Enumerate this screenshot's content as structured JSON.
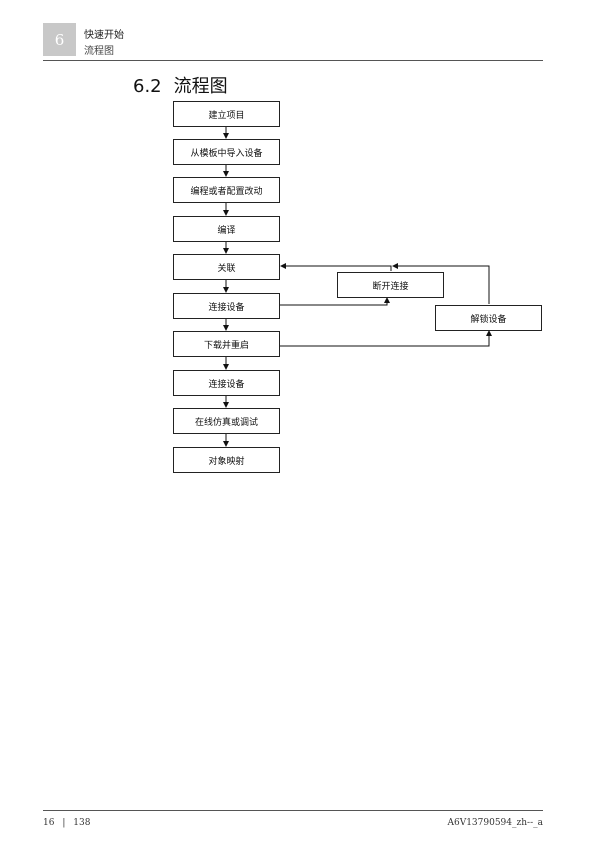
{
  "header": {
    "chapter_number": "6",
    "chapter_title": "快速开始",
    "section_title": "流程图"
  },
  "heading": {
    "number": "6.2",
    "title": "流程图"
  },
  "flowchart": {
    "steps": [
      "建立项目",
      "从模板中导入设备",
      "编程或者配置改动",
      "编译",
      "关联",
      "连接设备",
      "下载并重启",
      "连接设备",
      "在线仿真或调试",
      "对象映射"
    ],
    "disconnect": "断开连接",
    "unlock": "解锁设备"
  },
  "footer": {
    "page": "16",
    "separator": "|",
    "total": "138",
    "doc_id": "A6V13790594_zh--_a"
  }
}
